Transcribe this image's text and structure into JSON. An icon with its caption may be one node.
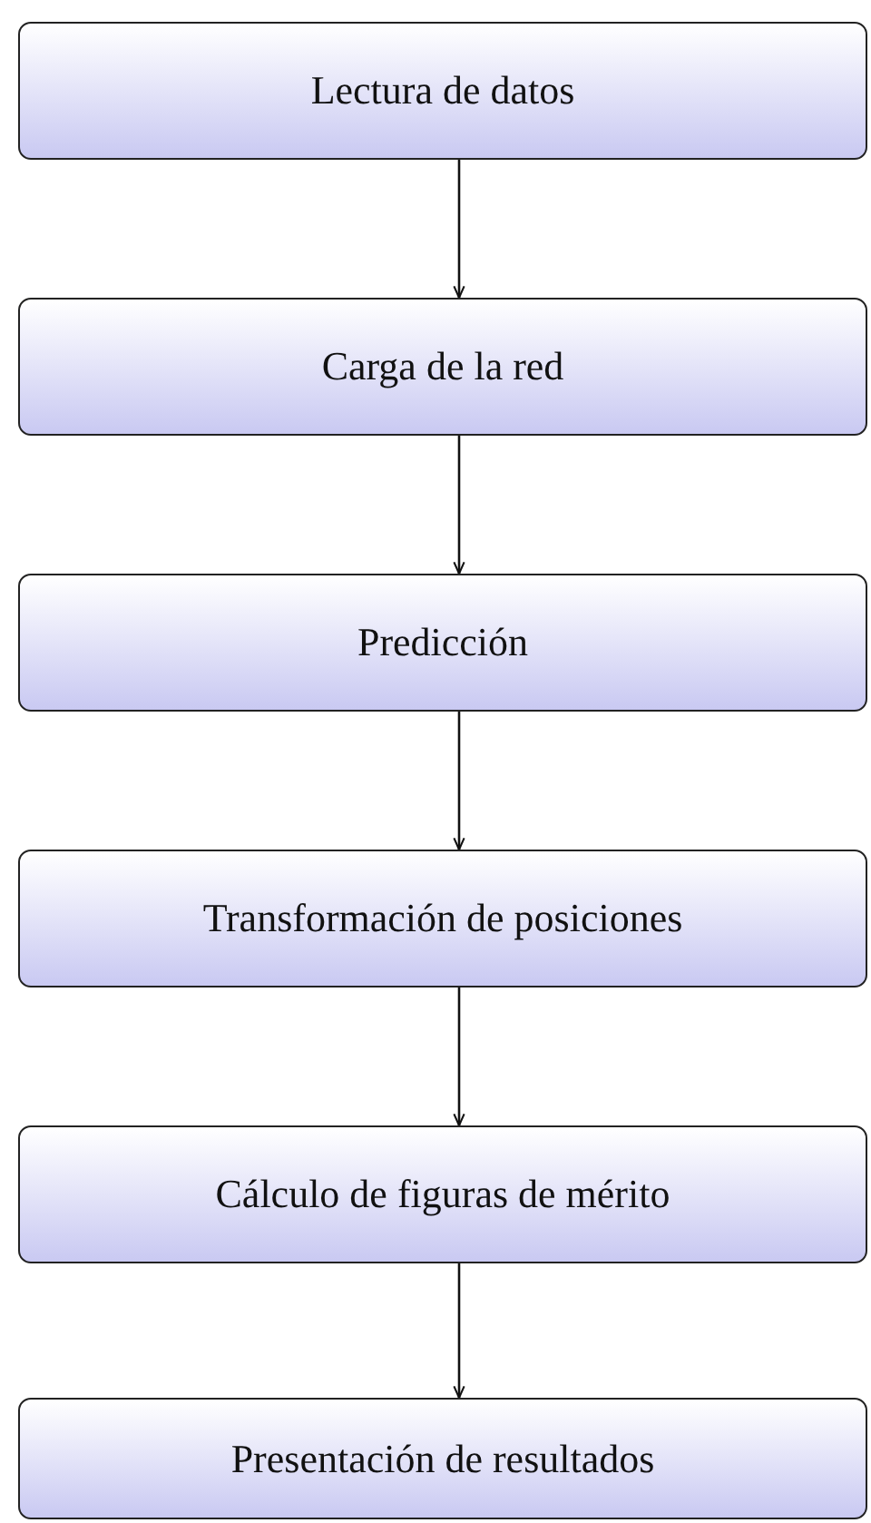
{
  "diagram": {
    "nodes": [
      {
        "text": [
          "Lectura de datos"
        ]
      },
      {
        "text": [
          "Carga de la red"
        ]
      },
      {
        "text": [
          "Predicción"
        ]
      },
      {
        "text": [
          "Transformación de posiciones"
        ]
      },
      {
        "text": [
          "Cálculo de figuras de mérito"
        ]
      },
      {
        "text": [
          "Presentación de resultados"
        ]
      }
    ],
    "edges": [
      {
        "from": 0,
        "to": 1,
        "arrow": "to"
      },
      {
        "from": 1,
        "to": 2,
        "arrow": "to"
      },
      {
        "from": 2,
        "to": 3,
        "arrow": "to"
      },
      {
        "from": 3,
        "to": 4,
        "arrow": "to"
      },
      {
        "from": 4,
        "to": 5,
        "arrow": "to"
      }
    ]
  }
}
